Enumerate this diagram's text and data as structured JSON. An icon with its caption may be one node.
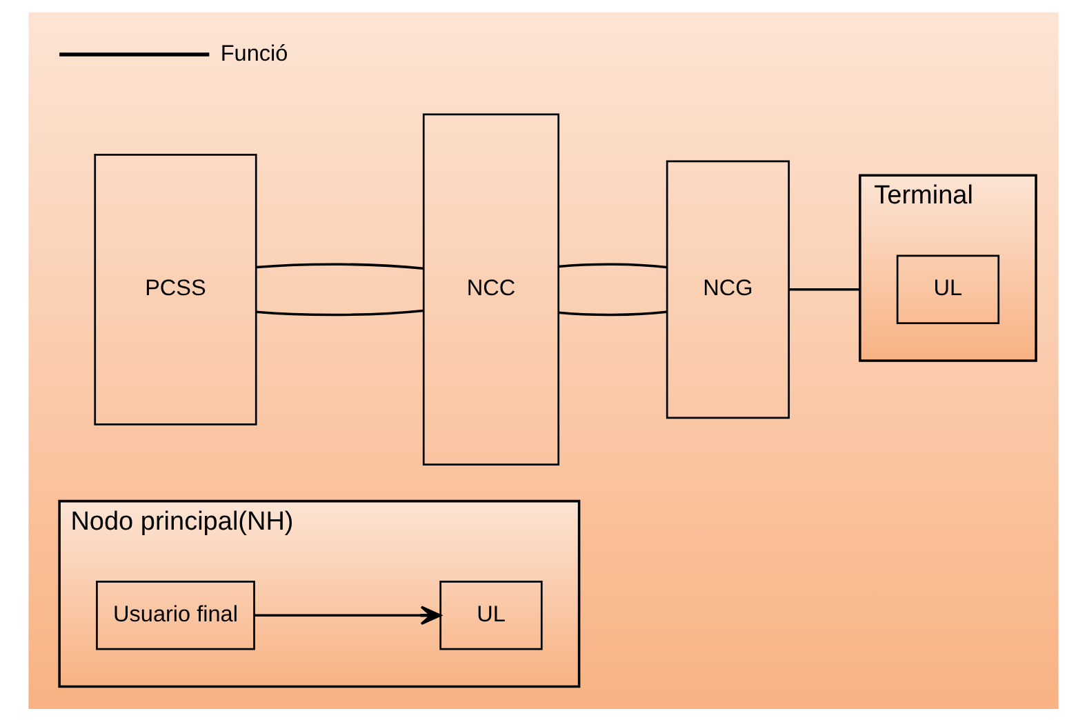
{
  "diagram": {
    "nodes": [
      {
        "text": [
          "Nodo principal(NH)"
        ]
      },
      {
        "text": [
          "Usuario final"
        ],
        "in": 0
      },
      {
        "text": [
          "UL"
        ],
        "in": 0
      },
      {
        "text": [
          "PCSS"
        ]
      },
      {
        "text": [
          "NCC"
        ]
      },
      {
        "text": [
          "NCG"
        ]
      },
      {
        "text": [
          "Terminal"
        ]
      },
      {
        "text": [
          "UL"
        ],
        "in": 6
      }
    ],
    "edges": [
      {
        "from": 1,
        "to": 2,
        "arrow": "to"
      },
      {
        "from": 3,
        "to": 4,
        "arrow": "none"
      },
      {
        "from": 3,
        "to": 4,
        "arrow": "none"
      },
      {
        "from": 4,
        "to": 5,
        "arrow": "none"
      },
      {
        "from": 4,
        "to": 5,
        "arrow": "none"
      },
      {
        "from": 5,
        "to": 6,
        "arrow": "none"
      }
    ],
    "legend": [
      {
        "text": "Funció"
      }
    ]
  }
}
